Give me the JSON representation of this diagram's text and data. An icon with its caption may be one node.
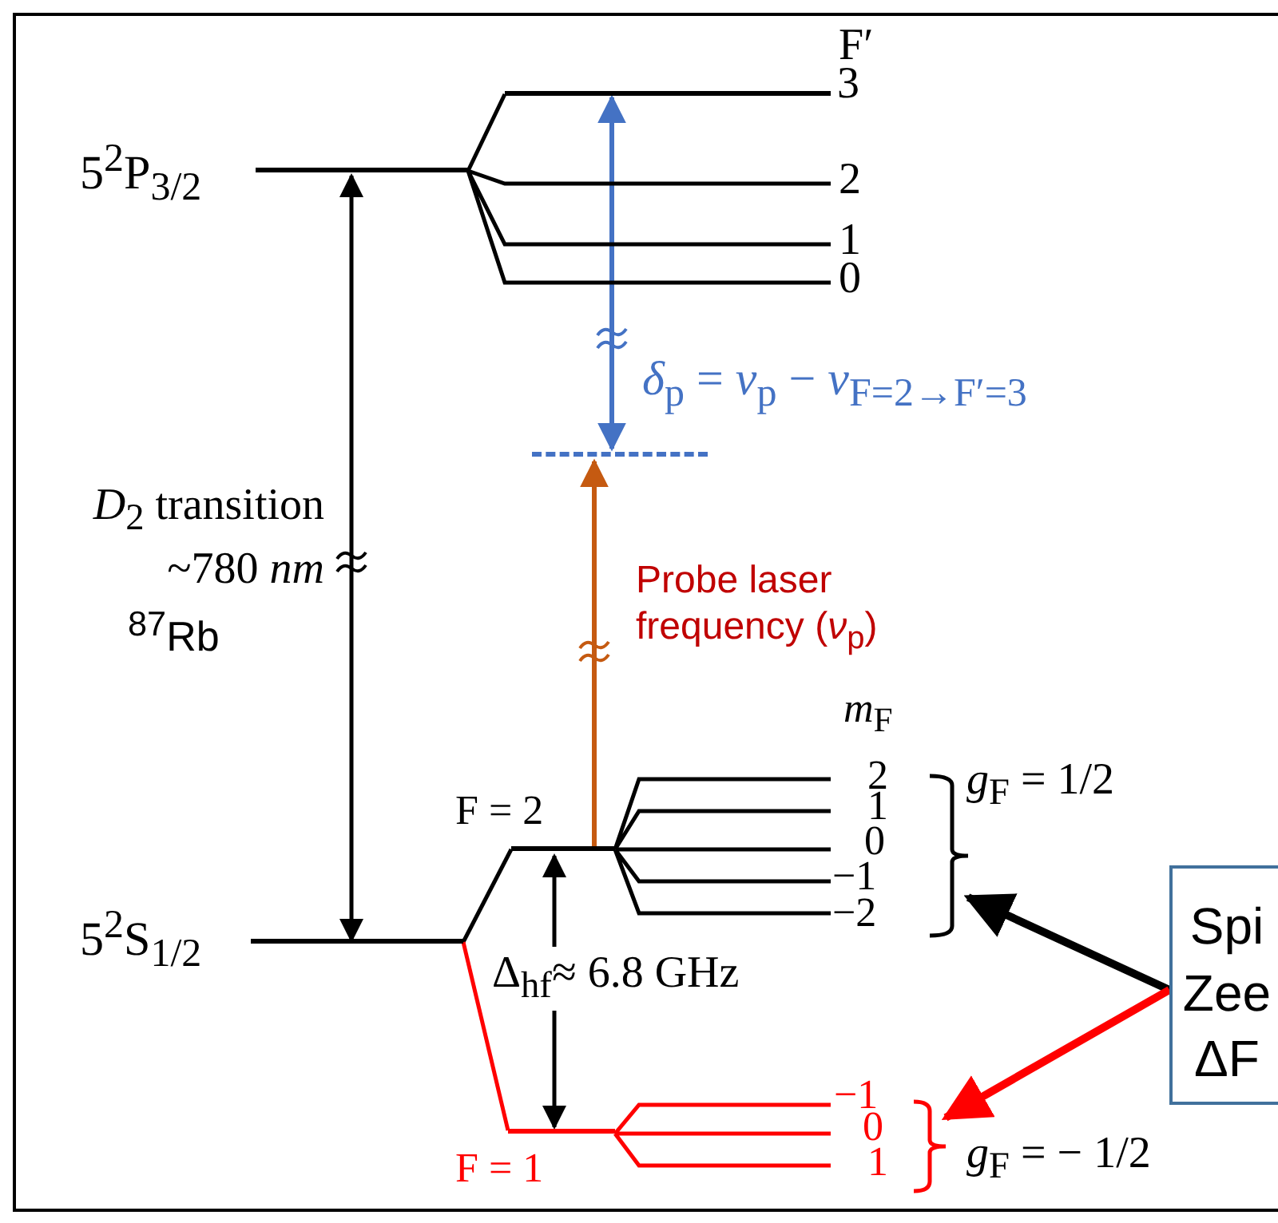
{
  "diagram": {
    "nodes": [
      {
        "text": [
          "5$^{2}$P$_{3/2}$"
        ]
      },
      {
        "text": [
          "3"
        ]
      },
      {
        "text": [],
        "shape": "bar"
      },
      {
        "text": [
          "5$^{2}$S$_{1/2}$"
        ]
      },
      {
        "text": [
          "F = 2"
        ]
      },
      {
        "text": [],
        "shape": "bracket"
      },
      {
        "text": [
          "Spi Zee ΔF"
        ]
      },
      {
        "text": [
          "F = 1"
        ]
      },
      {
        "text": [],
        "shape": "bracket"
      }
    ],
    "edges": [
      {
        "from": 0,
        "to": 1,
        "arrow": "none"
      },
      {
        "from": 0,
        "to": 3,
        "arrow": "both",
        "label": "*D*$_{2}$ transition ~780 *nm*"
      },
      {
        "from": 1,
        "to": 2,
        "arrow": "both",
        "label": "*δ*$_{p}$ = *ν*$_{p}$ − *ν*$_{F=2→F′=3}$",
        "color": "#4472c4"
      },
      {
        "from": 4,
        "to": 2,
        "arrow": "to",
        "label": "Probe laser frequency (*ν*$_{p}$)",
        "color": "#c55a11"
      },
      {
        "from": 3,
        "to": 4,
        "arrow": "none"
      },
      {
        "from": 3,
        "to": 7,
        "arrow": "none",
        "color": "#ff0000"
      },
      {
        "from": 4,
        "to": 7,
        "arrow": "both",
        "label": "Δ$_{hf}$≈ 6.8 GHz"
      },
      {
        "from": 6,
        "to": 5,
        "arrow": "to",
        "style": "thick"
      },
      {
        "from": 6,
        "to": 8,
        "arrow": "to",
        "style": "thick",
        "color": "#ff0000"
      }
    ],
    "labels": [
      "F′",
      "2",
      "1",
      "0",
      "$^{87}$Rb",
      "*m*$_{F}$",
      "2",
      "1",
      "0",
      "−1",
      "−2",
      "*g*$_{F}$  = 1/2",
      "−1",
      "0",
      "1",
      "*g*$_{F}$  = − 1/2"
    ]
  }
}
